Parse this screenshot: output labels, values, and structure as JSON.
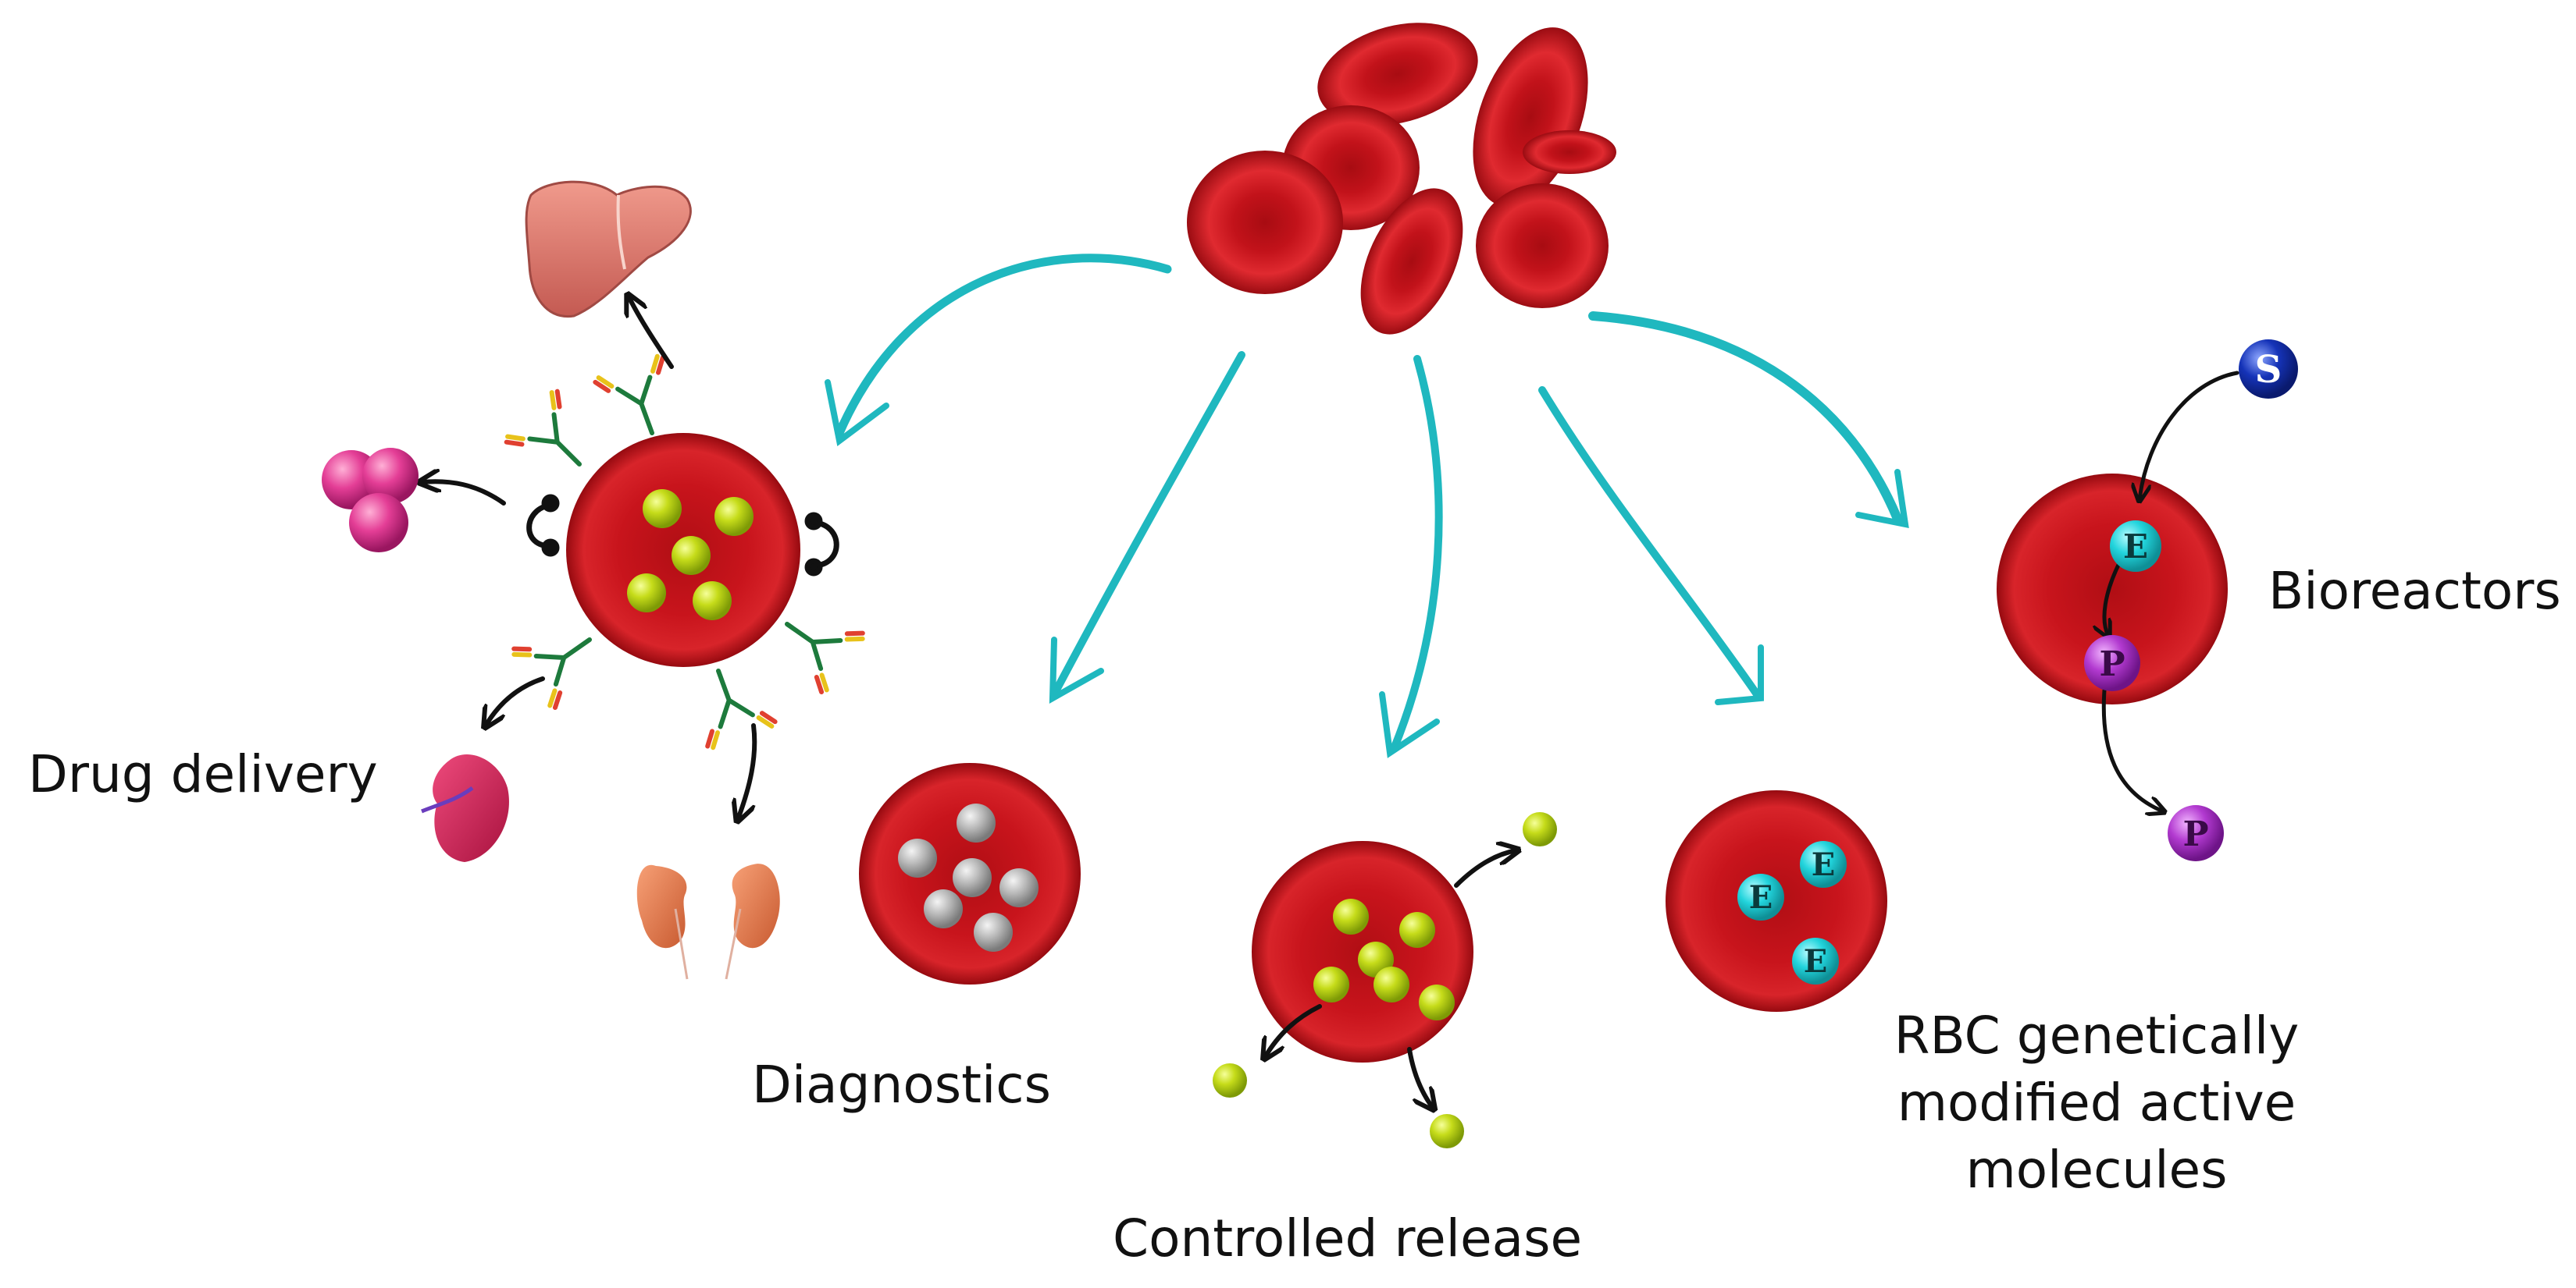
{
  "labels": {
    "drug_delivery": "Drug delivery",
    "diagnostics": "Diagnostics",
    "controlled_release": "Controlled release",
    "rbc_genetically_line1": "RBC genetically",
    "rbc_genetically_line2": "modified active",
    "rbc_genetically_line3": "molecules",
    "bioreactors": "Bioreactors"
  },
  "letters": {
    "substrate": "S",
    "enzyme": "E",
    "product": "P"
  },
  "colors": {
    "rbc_red": "#c8141c",
    "rbc_dark": "#8e0a10",
    "arrow_teal": "#1fb8bf",
    "drug_green": "#c6dc1a",
    "contrast_grey": "#b9b9b9",
    "enzyme_cyan": "#22d4dc",
    "product_purple": "#b23ad0",
    "substrate_blue": "#1533b8",
    "antibody_green": "#1d7a3c",
    "antibody_yellow": "#e8c21a"
  },
  "icons": {
    "liver": "liver-icon",
    "lymph": "lymph-node-icon",
    "spleen": "spleen-icon",
    "kidneys": "kidneys-icon"
  }
}
